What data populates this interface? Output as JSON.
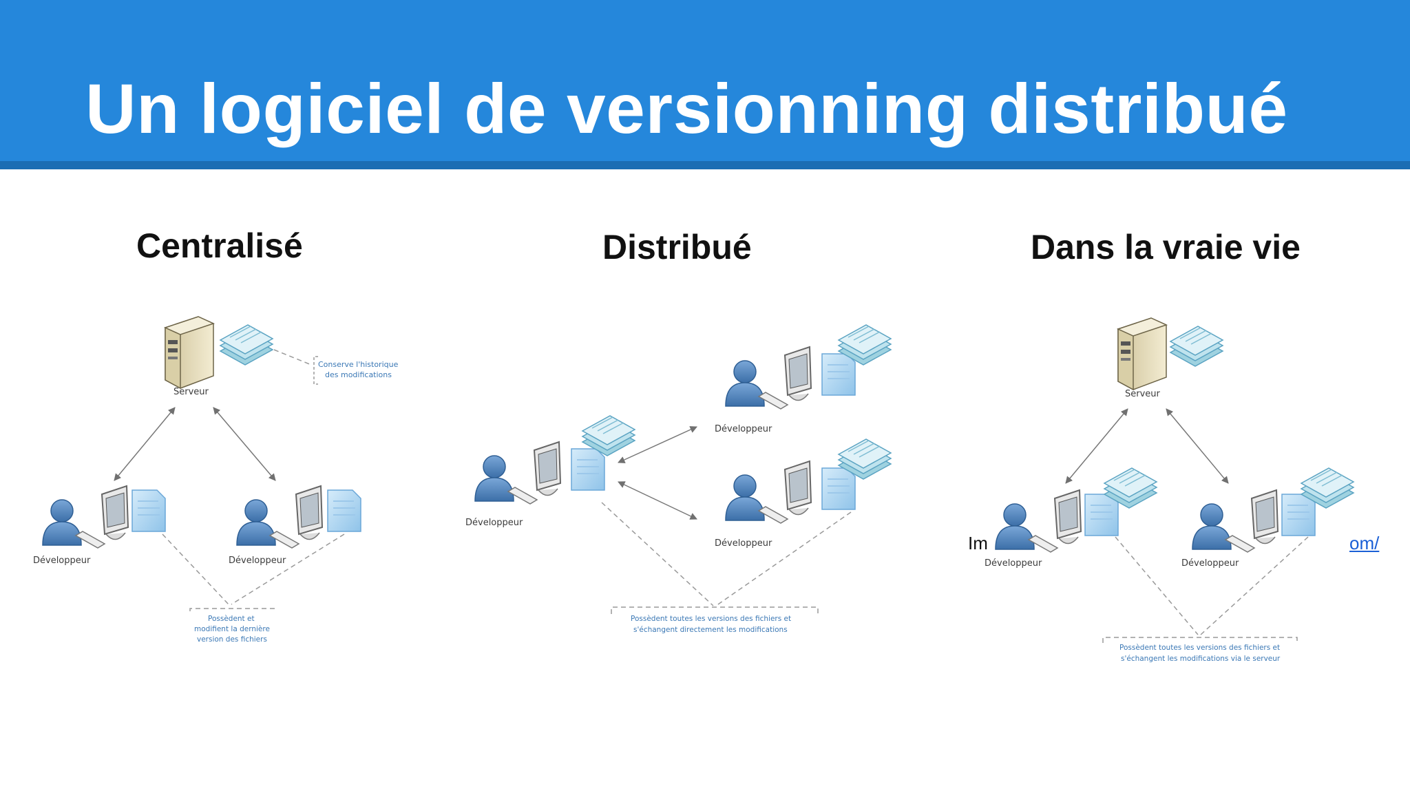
{
  "slide": {
    "title": "Un logiciel de versionning distribué",
    "header_color": "#2587db"
  },
  "columns": [
    {
      "title": "Centralisé",
      "server_label": "Serveur",
      "server_note": [
        "Conserve l'historique",
        "des modifications"
      ],
      "developers": [
        "Développeur",
        "Développeur"
      ],
      "bottom_note": [
        "Possèdent et",
        "modifient la dernière",
        "version des fichiers"
      ]
    },
    {
      "title": "Distribué",
      "developers": [
        "Développeur",
        "Développeur",
        "Développeur"
      ],
      "bottom_note": [
        "Possèdent toutes les versions des fichiers et",
        "s'échangent directement les modifications"
      ]
    },
    {
      "title": "Dans la vraie vie",
      "server_label": "Serveur",
      "developers": [
        "Développeur",
        "Développeur"
      ],
      "bottom_note": [
        "Possèdent toutes les versions des fichiers et",
        "s'échangent les modifications via le serveur"
      ],
      "overlay_left_text": "Im",
      "overlay_right_link": "om/"
    }
  ]
}
